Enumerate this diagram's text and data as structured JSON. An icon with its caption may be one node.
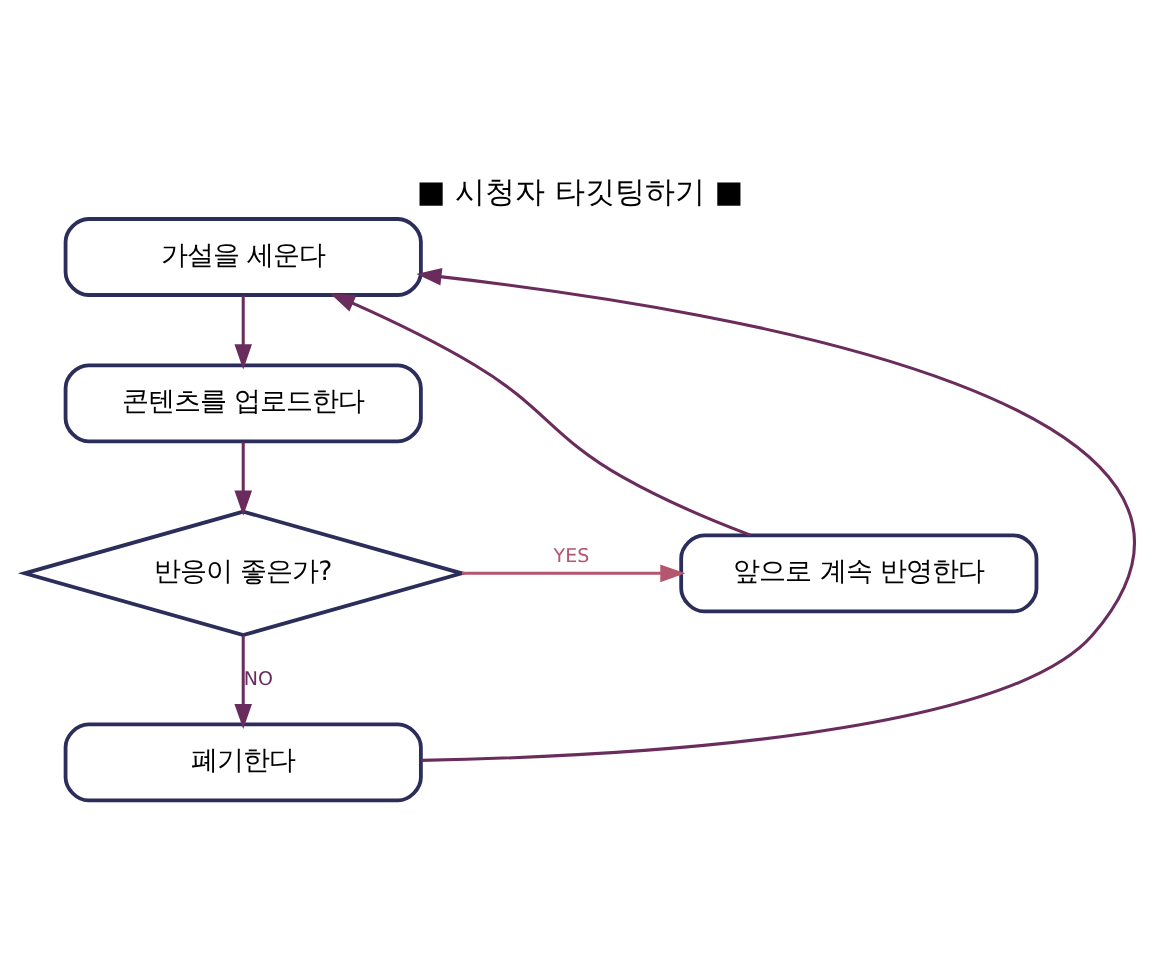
{
  "diagram": {
    "title": "■ 시청자 타깃팅하기 ■",
    "nodes": [
      {
        "text": [
          "가설을 세운다"
        ]
      },
      {
        "text": [
          "콘텐츠를 업로드한다"
        ]
      },
      {
        "text": [
          "반응이 좋은가?"
        ]
      },
      {
        "text": [
          "앞으로 계속 반영한다"
        ]
      },
      {
        "text": [
          "폐기한다"
        ]
      }
    ],
    "edges": [
      {
        "from": 0,
        "to": 1,
        "arrow": "to"
      },
      {
        "from": 1,
        "to": 2,
        "arrow": "to"
      },
      {
        "from": 2,
        "to": 3,
        "arrow": "to",
        "label": "YES",
        "color": "#b5566f"
      },
      {
        "from": 2,
        "to": 4,
        "arrow": "to",
        "label": "NO"
      },
      {
        "from": 3,
        "to": 0,
        "arrow": "to"
      },
      {
        "from": 4,
        "to": 0,
        "arrow": "to"
      }
    ]
  }
}
